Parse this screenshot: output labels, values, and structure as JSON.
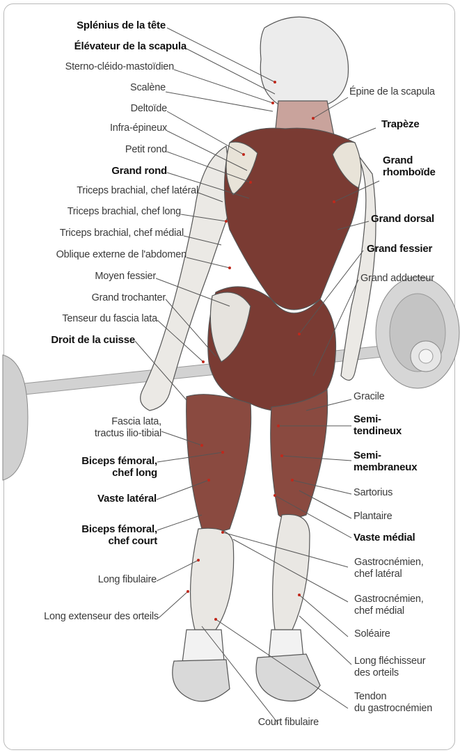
{
  "left_labels": [
    {
      "id": "splenius",
      "lines": [
        "Splénius de la tête"
      ],
      "bold": true
    },
    {
      "id": "elevateur",
      "lines": [
        "Élévateur de la scapula"
      ],
      "bold": true
    },
    {
      "id": "sterno",
      "lines": [
        "Sterno-cléido-mastoïdien"
      ],
      "bold": false
    },
    {
      "id": "scalene",
      "lines": [
        "Scalène"
      ],
      "bold": false
    },
    {
      "id": "deltoide",
      "lines": [
        "Deltoïde"
      ],
      "bold": false
    },
    {
      "id": "infra",
      "lines": [
        "Infra-épineux"
      ],
      "bold": false
    },
    {
      "id": "petit-rond",
      "lines": [
        "Petit rond"
      ],
      "bold": false
    },
    {
      "id": "grand-rond",
      "lines": [
        "Grand rond"
      ],
      "bold": true
    },
    {
      "id": "triceps-lat",
      "lines": [
        "Triceps brachial, chef latéral"
      ],
      "bold": false
    },
    {
      "id": "triceps-long",
      "lines": [
        "Triceps brachial, chef long"
      ],
      "bold": false
    },
    {
      "id": "triceps-med",
      "lines": [
        "Triceps brachial, chef médial"
      ],
      "bold": false
    },
    {
      "id": "oblique",
      "lines": [
        "Oblique externe de l'abdomen"
      ],
      "bold": false
    },
    {
      "id": "moyen-fessier",
      "lines": [
        "Moyen fessier"
      ],
      "bold": false
    },
    {
      "id": "grand-troch",
      "lines": [
        "Grand trochanter"
      ],
      "bold": false
    },
    {
      "id": "tenseur",
      "lines": [
        "Tenseur du fascia lata"
      ],
      "bold": false
    },
    {
      "id": "droit",
      "lines": [
        "Droit de la cuisse"
      ],
      "bold": true
    },
    {
      "id": "fascia",
      "lines": [
        "Fascia lata,",
        "tractus ilio-tibial"
      ],
      "bold": false
    },
    {
      "id": "biceps-long",
      "lines": [
        "Biceps fémoral,",
        "chef long"
      ],
      "bold": true
    },
    {
      "id": "vaste-lat",
      "lines": [
        "Vaste latéral"
      ],
      "bold": true
    },
    {
      "id": "biceps-court",
      "lines": [
        "Biceps fémoral,",
        "chef court"
      ],
      "bold": true
    },
    {
      "id": "long-fib",
      "lines": [
        "Long fibulaire"
      ],
      "bold": false
    },
    {
      "id": "long-ext",
      "lines": [
        "Long extenseur des orteils"
      ],
      "bold": false
    },
    {
      "id": "court-fib",
      "lines": [
        "Court fibulaire"
      ],
      "bold": false
    }
  ],
  "right_labels": [
    {
      "id": "epine",
      "lines": [
        "Épine de la scapula"
      ],
      "bold": false
    },
    {
      "id": "trapeze",
      "lines": [
        "Trapèze"
      ],
      "bold": true
    },
    {
      "id": "rhomboide",
      "lines": [
        "Grand",
        "rhomboïde"
      ],
      "bold": true
    },
    {
      "id": "grand-dorsal",
      "lines": [
        "Grand dorsal"
      ],
      "bold": true
    },
    {
      "id": "grand-fessier",
      "lines": [
        "Grand fessier"
      ],
      "bold": true
    },
    {
      "id": "grand-add",
      "lines": [
        "Grand adducteur"
      ],
      "bold": false
    },
    {
      "id": "gracile",
      "lines": [
        "Gracile"
      ],
      "bold": false
    },
    {
      "id": "semi-tend",
      "lines": [
        "Semi-",
        "tendineux"
      ],
      "bold": true
    },
    {
      "id": "semi-memb",
      "lines": [
        "Semi-",
        "membraneux"
      ],
      "bold": true
    },
    {
      "id": "sartorius",
      "lines": [
        "Sartorius"
      ],
      "bold": false
    },
    {
      "id": "plantaire",
      "lines": [
        "Plantaire"
      ],
      "bold": false
    },
    {
      "id": "vaste-med",
      "lines": [
        "Vaste médial"
      ],
      "bold": true
    },
    {
      "id": "gastro-lat",
      "lines": [
        "Gastrocnémien,",
        "chef latéral"
      ],
      "bold": false
    },
    {
      "id": "gastro-med",
      "lines": [
        "Gastrocnémien,",
        "chef médial"
      ],
      "bold": false
    },
    {
      "id": "soleaire",
      "lines": [
        "Soléaire"
      ],
      "bold": false
    },
    {
      "id": "long-flech",
      "lines": [
        "Long fléchisseur",
        "des orteils"
      ],
      "bold": false
    },
    {
      "id": "tendon",
      "lines": [
        "Tendon",
        "du gastrocnémien"
      ],
      "bold": false
    }
  ],
  "colors": {
    "muscle": "#7a3b33",
    "muscle_light": "#b0685d",
    "skin": "#e8e6e2",
    "outline": "#555555",
    "leader": "#555555",
    "barbell": "#bcbcbc",
    "tendon": "#e8dc8a"
  }
}
